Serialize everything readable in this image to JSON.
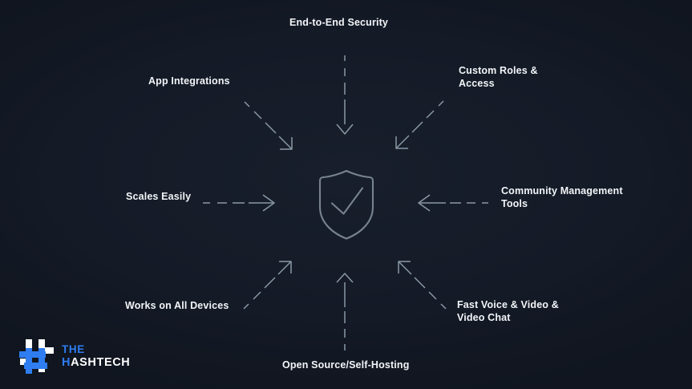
{
  "slide": {
    "background_color": "#141a26",
    "center_icon": "shield-check-icon",
    "center_icon_color": "#7a8796"
  },
  "labels": {
    "top": "End-to-End Security",
    "app_integrations": "App Integrations",
    "custom_roles": "Custom Roles &\nAccess",
    "scales_easily": "Scales Easily",
    "community_management": "Community Management\nTools",
    "works_on_all_devices": "Works on All Devices",
    "fast_voice_video": "Fast Voice & Video &\nVideo Chat",
    "open_source": "Open Source/Self-Hosting"
  },
  "connectors": {
    "style": "dashed-tapering",
    "arrowhead": "open-chevron",
    "color": "#8a98a6",
    "items": [
      {
        "name": "arrow-from-top",
        "direction": "down",
        "label": "End-to-End Security"
      },
      {
        "name": "arrow-from-top-left",
        "direction": "down-right",
        "label": "App Integrations"
      },
      {
        "name": "arrow-from-top-right",
        "direction": "down-left",
        "label": "Custom Roles & Access"
      },
      {
        "name": "arrow-from-left",
        "direction": "right",
        "label": "Scales Easily"
      },
      {
        "name": "arrow-from-right",
        "direction": "left",
        "label": "Community Management Tools"
      },
      {
        "name": "arrow-from-bottom-left",
        "direction": "up-right",
        "label": "Works on All Devices"
      },
      {
        "name": "arrow-from-bottom-right",
        "direction": "up-left",
        "label": "Fast Voice & Video & Video Chat"
      },
      {
        "name": "arrow-from-bottom",
        "direction": "up",
        "label": "Open Source/Self-Hosting"
      }
    ]
  },
  "logo": {
    "mark": "hash-logo-icon",
    "line1": "THE",
    "line2_accent": "H",
    "line2_rest": "ASHTECH",
    "accent_color": "#2f7df0"
  }
}
